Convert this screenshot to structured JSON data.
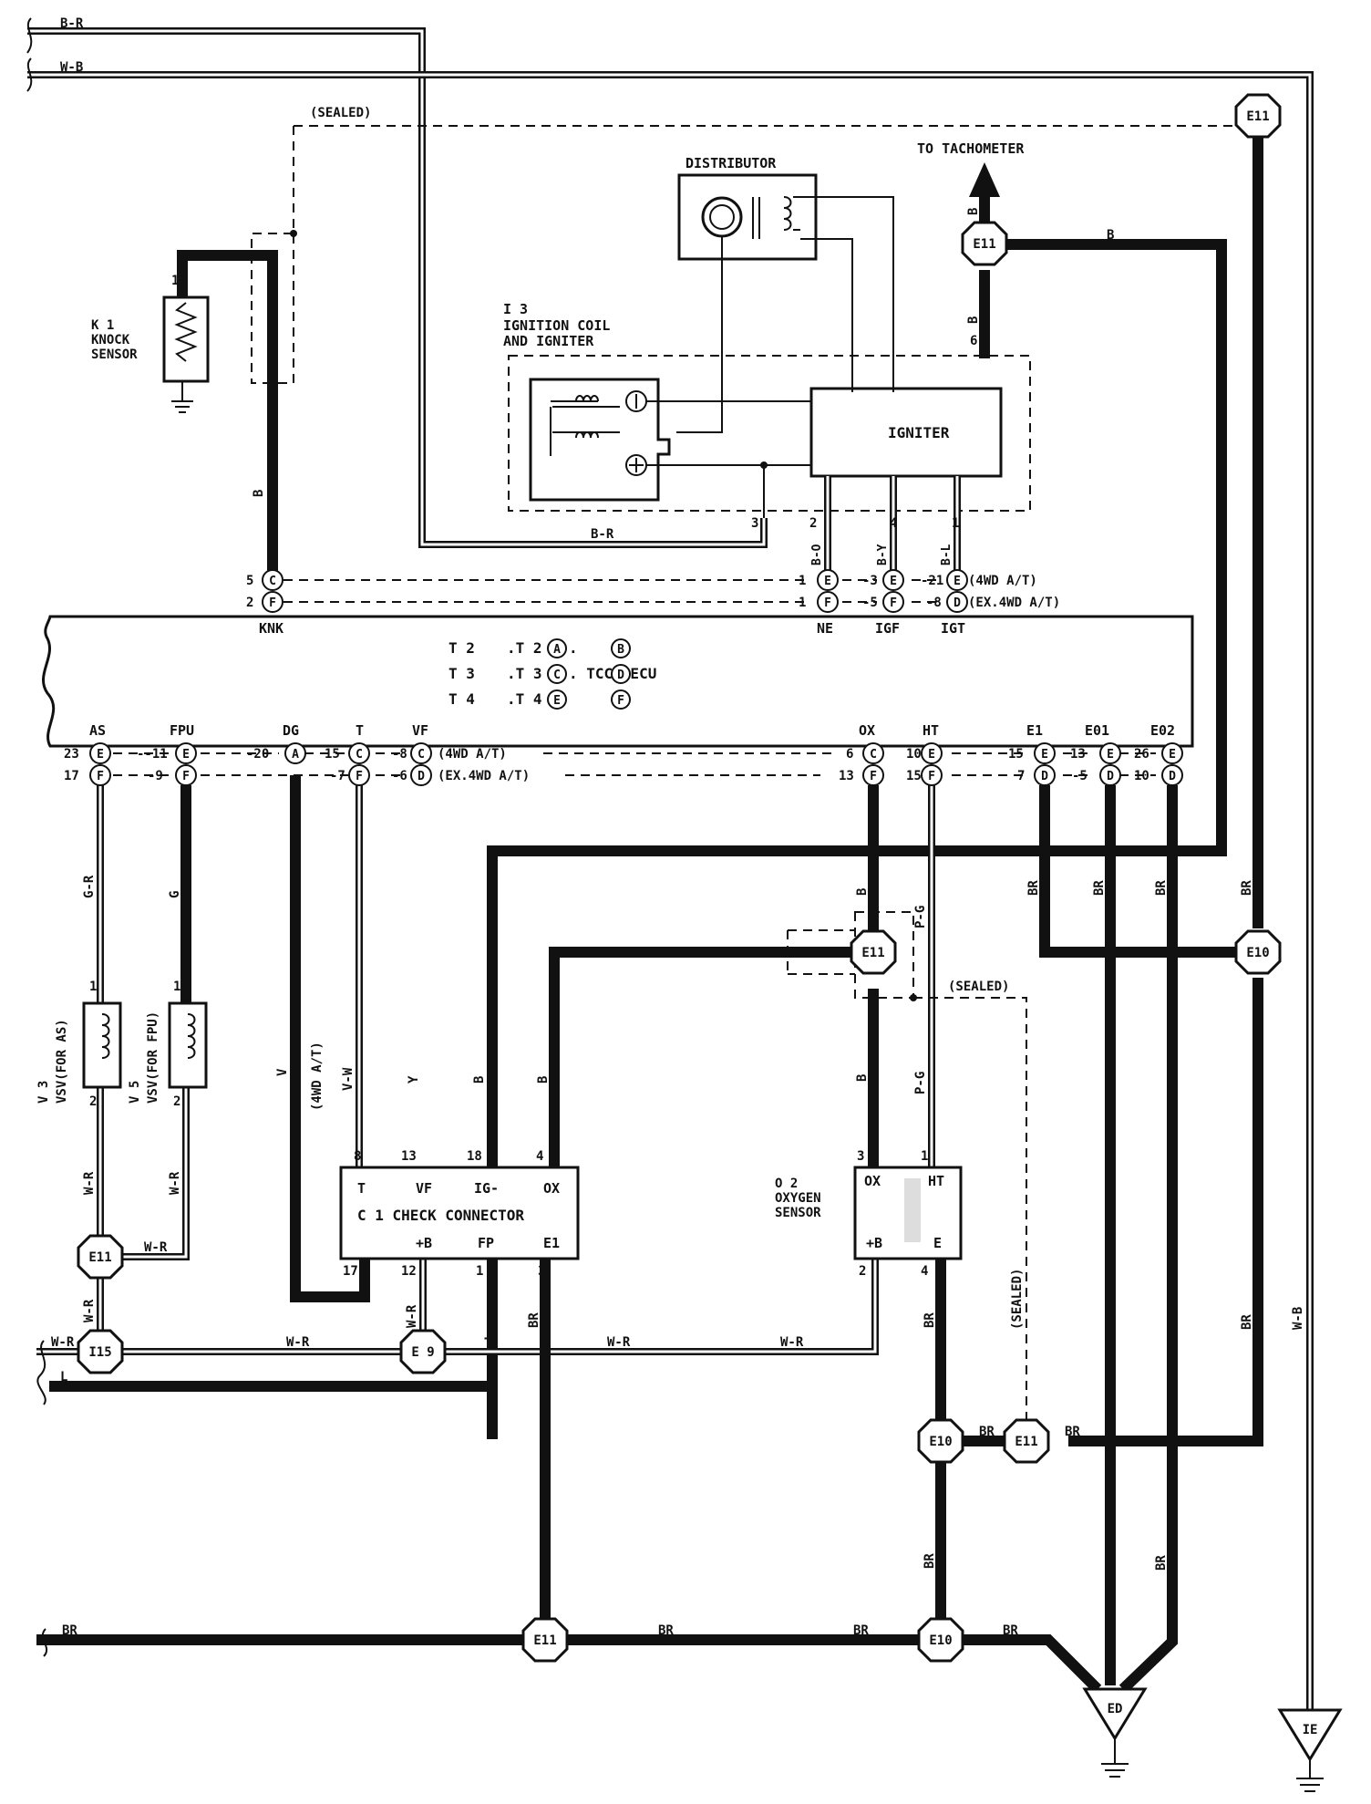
{
  "diagram": {
    "components": {
      "distributor": "DISTRIBUTOR",
      "tachometer": "TO TACHOMETER",
      "ignition_coil": {
        "code": "I 3",
        "line1": "IGNITION COIL",
        "line2": "AND IGNITER"
      },
      "igniter": "IGNITER",
      "knock_sensor": {
        "code": "K 1",
        "line1": "KNOCK",
        "line2": "SENSOR",
        "pin": "1"
      },
      "sealed": "(SEALED)",
      "ecu": {
        "line1a": "T 2",
        "line1b": ".T 2",
        "line1c": ".",
        "line2a": "T 3",
        "line2b": ".T 3",
        "line2c": ".  TCCS ECU",
        "line3a": "T 4",
        "line3b": ".T 4",
        "top_terms": [
          "KNK",
          "NE",
          "IGF",
          "IGT"
        ],
        "bottom_terms": [
          "AS",
          "FPU",
          "DG",
          "T",
          "VF",
          "OX",
          "HT",
          "E1",
          "E01",
          "E02"
        ]
      },
      "vsv_as": {
        "code": "V 3",
        "name": "VSV(FOR AS)"
      },
      "vsv_fpu": {
        "code": "V 5",
        "name": "VSV(FOR FPU)"
      },
      "check_connector": {
        "title": "C 1 CHECK CONNECTOR",
        "top": [
          "T",
          "VF",
          "IG-",
          "OX"
        ],
        "bottom": [
          "+B",
          "FP",
          "E1"
        ]
      },
      "oxygen_sensor": {
        "code": "O 2",
        "line1": "OXYGEN",
        "line2": "SENSOR",
        "terms": [
          "OX",
          "HT",
          "+B",
          "E"
        ]
      }
    },
    "wires": {
      "B_R": "B-R",
      "W_B": "W-B",
      "B": "B",
      "BR": "BR",
      "W_R": "W-R",
      "G_R": "G-R",
      "G": "G",
      "V": "V",
      "V_W": "V-W",
      "Y": "Y",
      "P_G": "P-G",
      "L": "L",
      "B_O": "B-O",
      "B_Y": "B-Y",
      "B_L": "B-L",
      "mode_4wd": "(4WD A/T)"
    },
    "pin_rows": {
      "row1": "5",
      "row2": "2",
      "ne_top": "1",
      "ne_bot": "1",
      "igf_top": "-3",
      "igf_bot": "-5",
      "igt_top": "-21",
      "igt_bot": "-8",
      "mode_top": "(4WD A/T)",
      "mode_bot": "(EX.4WD A/T)",
      "as_top": "23",
      "as_bot": "17",
      "fpu_top": "--11",
      "fpu_bot": "-9",
      "dg_top": "-20",
      "t_top": "15",
      "t_bot": "-7",
      "vf_top": "-8",
      "vf_bot": "-6",
      "vf_mode_top": "(4WD A/T)",
      "vf_mode_bot": "(EX.4WD A/T)",
      "ox_top": "6",
      "ox_bot": "13",
      "ht_top": "10",
      "ht_bot": "15",
      "e1_top": "15",
      "e1_bot": "7",
      "e01_top": "13",
      "e01_bot": "-5",
      "e02_top": "26",
      "e02_bot": "10"
    },
    "pin_numbers": {
      "p1": "1",
      "p2": "2",
      "p3": "3",
      "p4": "4",
      "p6": "6",
      "p8": "8",
      "p12": "12",
      "p13": "13",
      "p17": "17",
      "p18": "18"
    },
    "dg_mode": "(4WD A/T)",
    "junctions": [
      "E11",
      "E10",
      "I15",
      "E 9"
    ],
    "grounds": [
      "ED",
      "IE"
    ],
    "connector_letters": [
      "A",
      "B",
      "C",
      "D",
      "E",
      "F"
    ]
  }
}
